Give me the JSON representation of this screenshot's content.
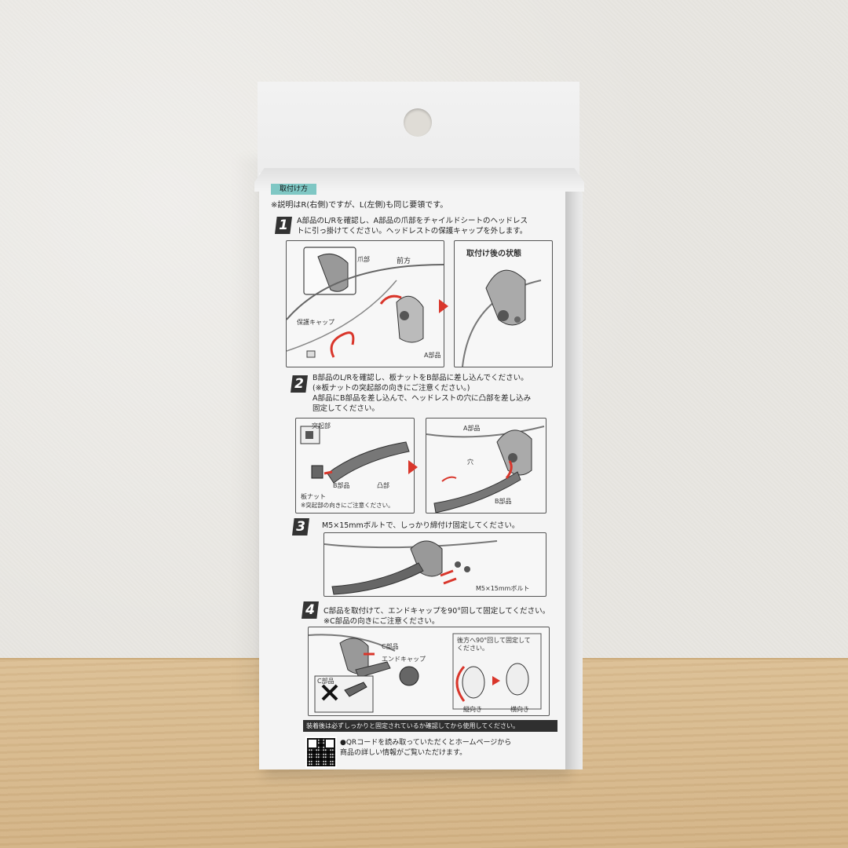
{
  "header": {
    "tag": "取付け方",
    "note": "※説明はR(右側)ですが、L(左側)も同じ要領です。"
  },
  "steps": [
    {
      "num": "1",
      "text_line1": "A部品のL/Rを確認し、A部品の爪部をチャイルドシートのヘッドレス",
      "text_line2": "トに引っ掛けてください。ヘッドレストの保護キャップを外します。",
      "labels": {
        "claw": "爪部",
        "front": "前方",
        "after": "取付け後の状態",
        "cap": "保護キャップ",
        "part_a": "A部品"
      }
    },
    {
      "num": "2",
      "text_line1": "B部品のL/Rを確認し、板ナットをB部品に差し込んでください。",
      "text_line2": "(※板ナットの突起部の向きにご注意ください。)",
      "text_line3": "A部品にB部品を差し込んで、ヘッドレストの穴に凸部を差し込み",
      "text_line4": "固定してください。",
      "labels": {
        "protrusion": "突起部",
        "part_a": "A部品",
        "hole": "穴",
        "part_b": "B部品",
        "convex": "凸部",
        "plate_nut": "板ナット",
        "plate_note": "※突起部の向きにご注意ください。",
        "part_b2": "B部品"
      }
    },
    {
      "num": "3",
      "text_line1": "M5×15mmボルトで、しっかり締付け固定してください。",
      "labels": {
        "bolt": "M5×15mmボルト"
      }
    },
    {
      "num": "4",
      "text_line1": "C部品を取付けて、エンドキャップを90°回して固定してください。",
      "text_line2": "※C部品の向きにご注意ください。",
      "labels": {
        "part_c": "C部品",
        "end_cap": "エンドキャップ",
        "rotate_note_1": "後方へ90°回して固定して",
        "rotate_note_2": "ください。",
        "part_c_wrong": "C部品",
        "vertical": "縦向き",
        "horizontal": "横向き"
      }
    }
  ],
  "footer": {
    "banner": "装着後は必ずしっかりと固定されているか確認してから使用してください。",
    "qr_line1": "●QRコードを読み取っていただくとホームページから",
    "qr_line2": "商品の詳しい情報がご覧いただけます。"
  },
  "colors": {
    "accent": "#d9362b",
    "teal": "#7fc7c4"
  }
}
